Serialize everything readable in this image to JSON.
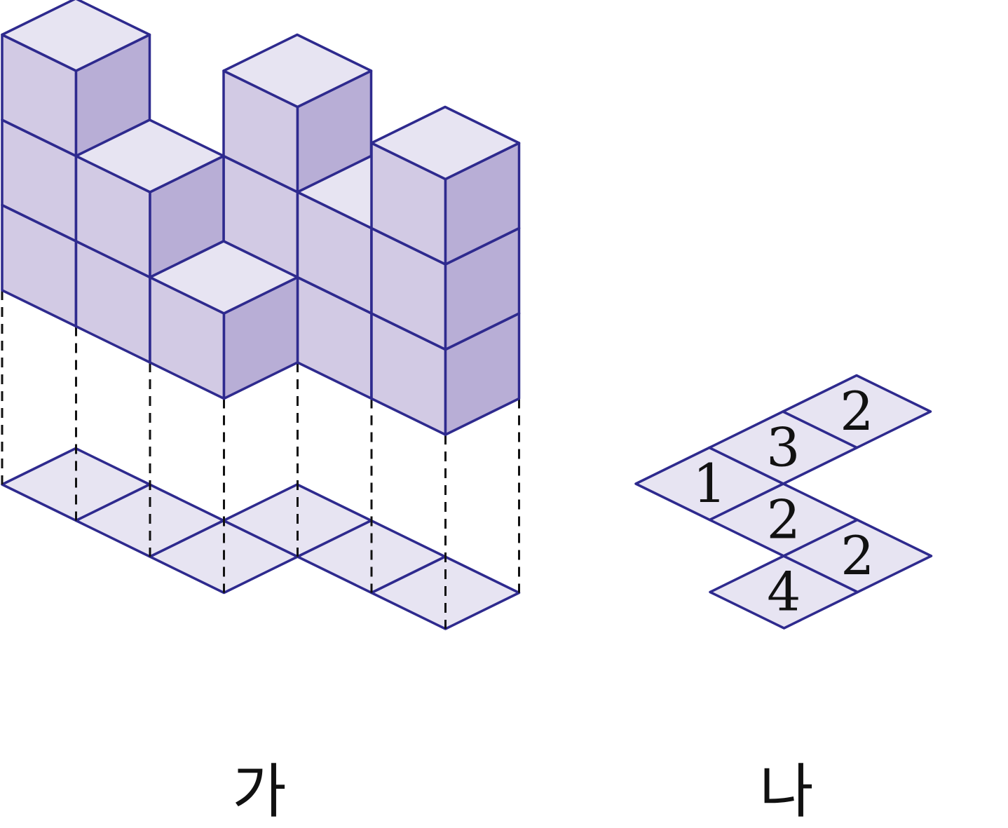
{
  "colors": {
    "stroke": "#2e2a8e",
    "top_face": "#e7e4f2",
    "front_face": "#d2cae4",
    "side_face": "#b8aed6",
    "dash": "#111111"
  },
  "figure_a": {
    "caption": "가",
    "columns": [
      {
        "position": [
          0,
          0
        ],
        "height": 3
      },
      {
        "position": [
          1,
          0
        ],
        "height": 2
      },
      {
        "position": [
          2,
          0
        ],
        "height": 1
      },
      {
        "position": [
          2,
          1
        ],
        "height": 3
      },
      {
        "position": [
          3,
          1
        ],
        "height": 2
      },
      {
        "position": [
          4,
          1
        ],
        "height": 3
      }
    ]
  },
  "figure_b": {
    "caption": "나",
    "cells": [
      {
        "position": [
          0,
          0
        ],
        "label": "1"
      },
      {
        "position": [
          1,
          0
        ],
        "label": "2"
      },
      {
        "position": [
          0,
          1
        ],
        "label": "3"
      },
      {
        "position": [
          0,
          2
        ],
        "label": "2"
      },
      {
        "position": [
          2,
          -1
        ],
        "label": "4"
      },
      {
        "position": [
          2,
          0
        ],
        "label": "2"
      }
    ]
  }
}
